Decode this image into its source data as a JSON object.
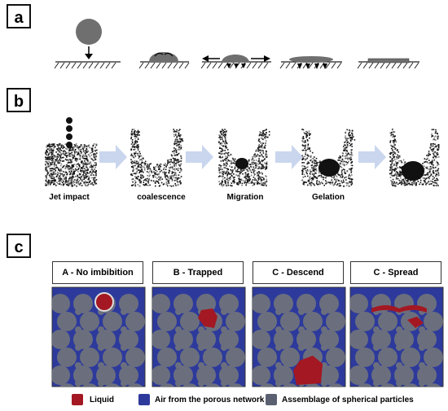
{
  "panels": {
    "a": {
      "label": "a"
    },
    "b": {
      "label": "b",
      "steps": [
        "Jet impact",
        "coalescence",
        "Migration",
        "Gelation"
      ]
    },
    "c": {
      "label": "c",
      "simulations": [
        "A - No imbibition",
        "B - Trapped",
        "C - Descend",
        "C - Spread"
      ]
    }
  },
  "legend": [
    {
      "label": "Liquid",
      "color": "#a31822"
    },
    {
      "label": "Air from the porous network",
      "color": "#2d3a9c"
    },
    {
      "label": "Assemblage of spherical particles",
      "color": "#5a6070"
    }
  ],
  "colors": {
    "liquid": "#a31822",
    "air": "#2d3a9c",
    "particle": "#6b6f7d",
    "droplet_gray": "#6f6f6f",
    "arrow_blue": "#c9d6ee"
  }
}
